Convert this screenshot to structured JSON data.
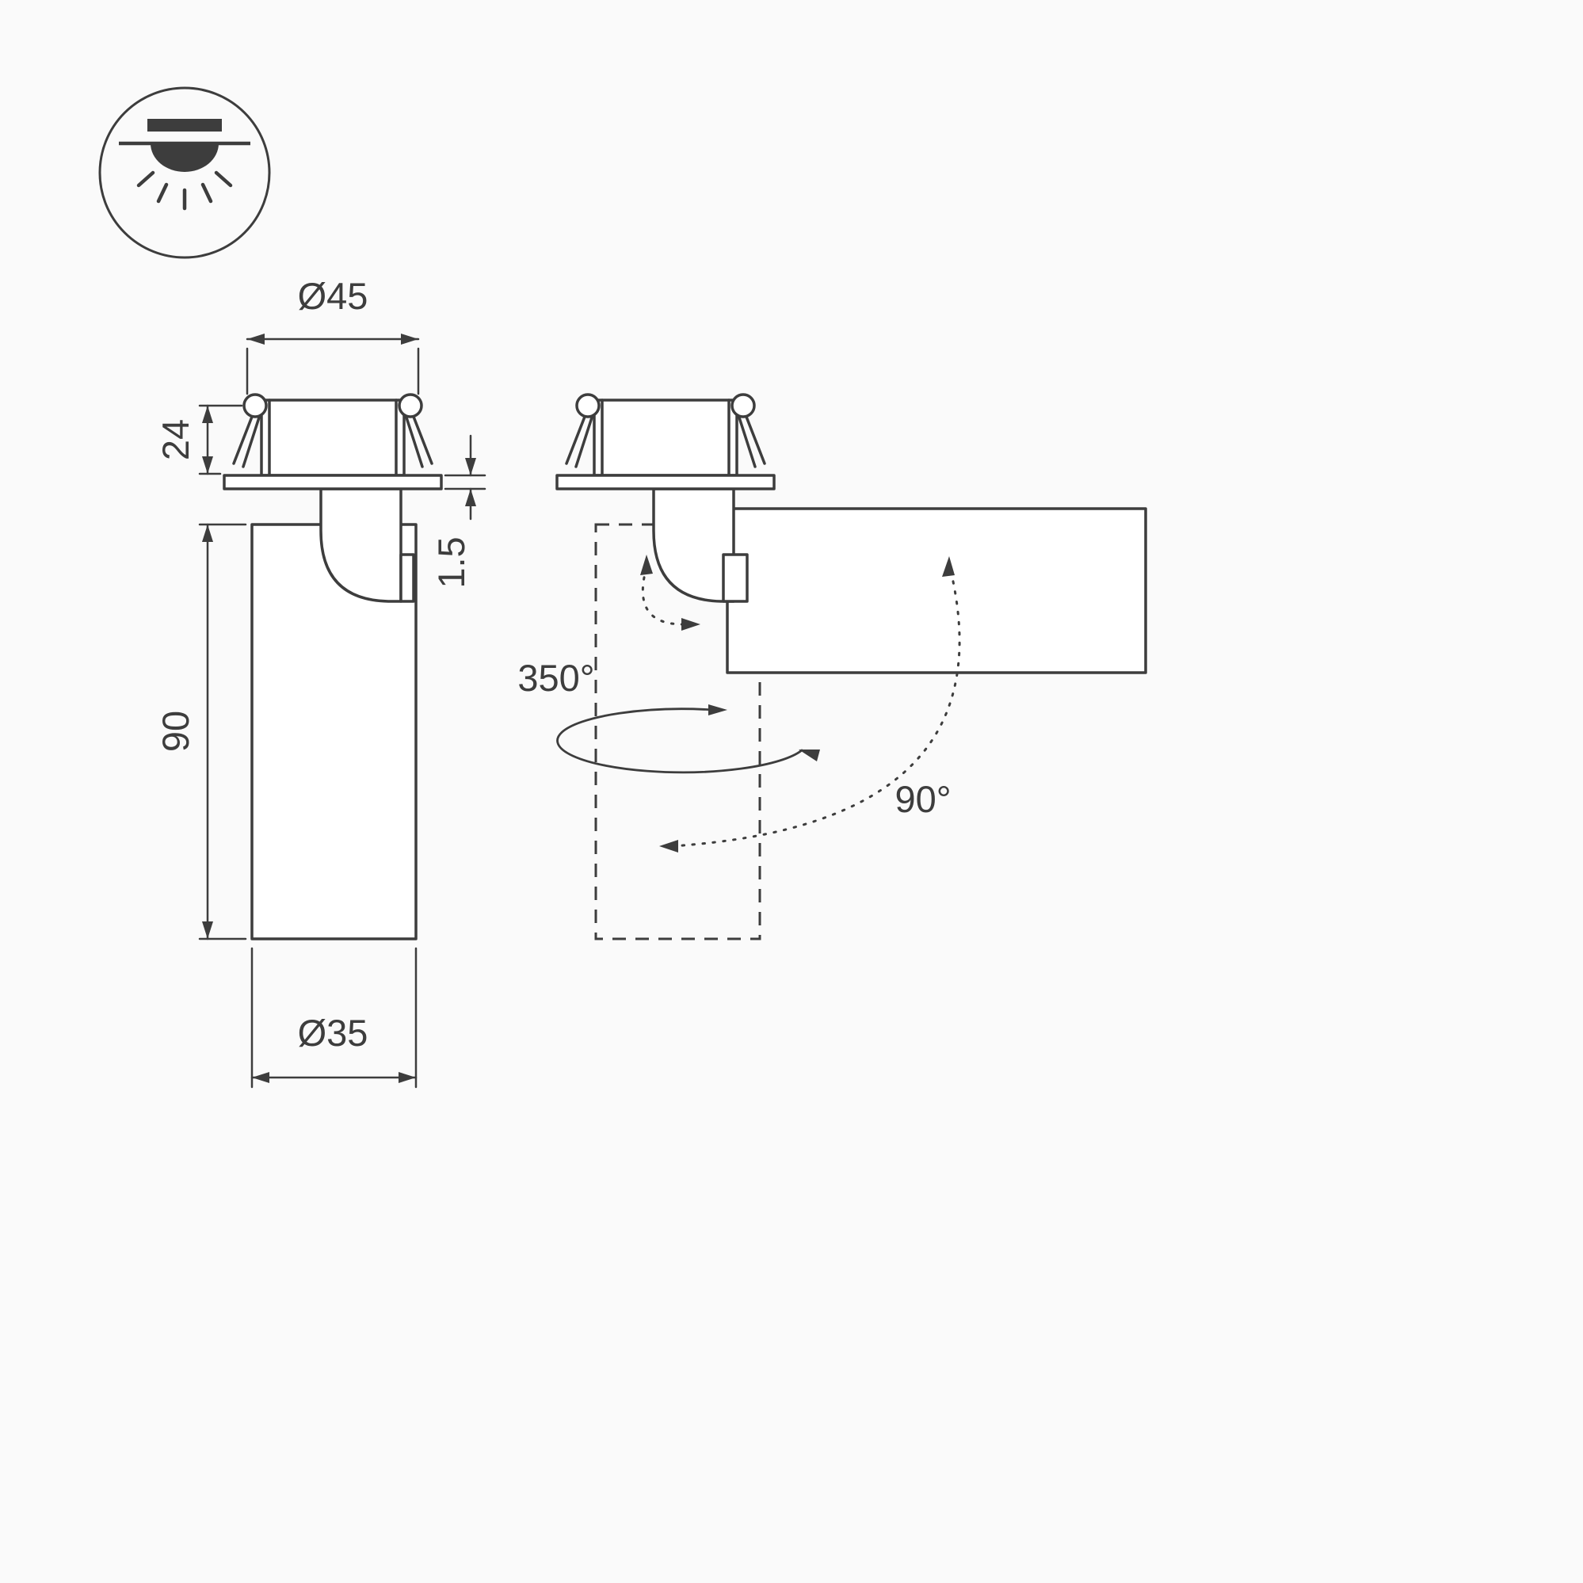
{
  "meta": {
    "type": "luminaire-technical-dimension-drawing",
    "background_color": "#fafafa",
    "line_color": "#3d3d3d"
  },
  "icon": {
    "name": "recessed-downlight-mounting-icon"
  },
  "dimensions": {
    "flange_diameter": "Ø45",
    "recess_depth": "24",
    "flange_thickness": "1.5",
    "body_length": "90",
    "body_diameter": "Ø35"
  },
  "rotation": {
    "swivel": "350°",
    "tilt": "90°"
  }
}
